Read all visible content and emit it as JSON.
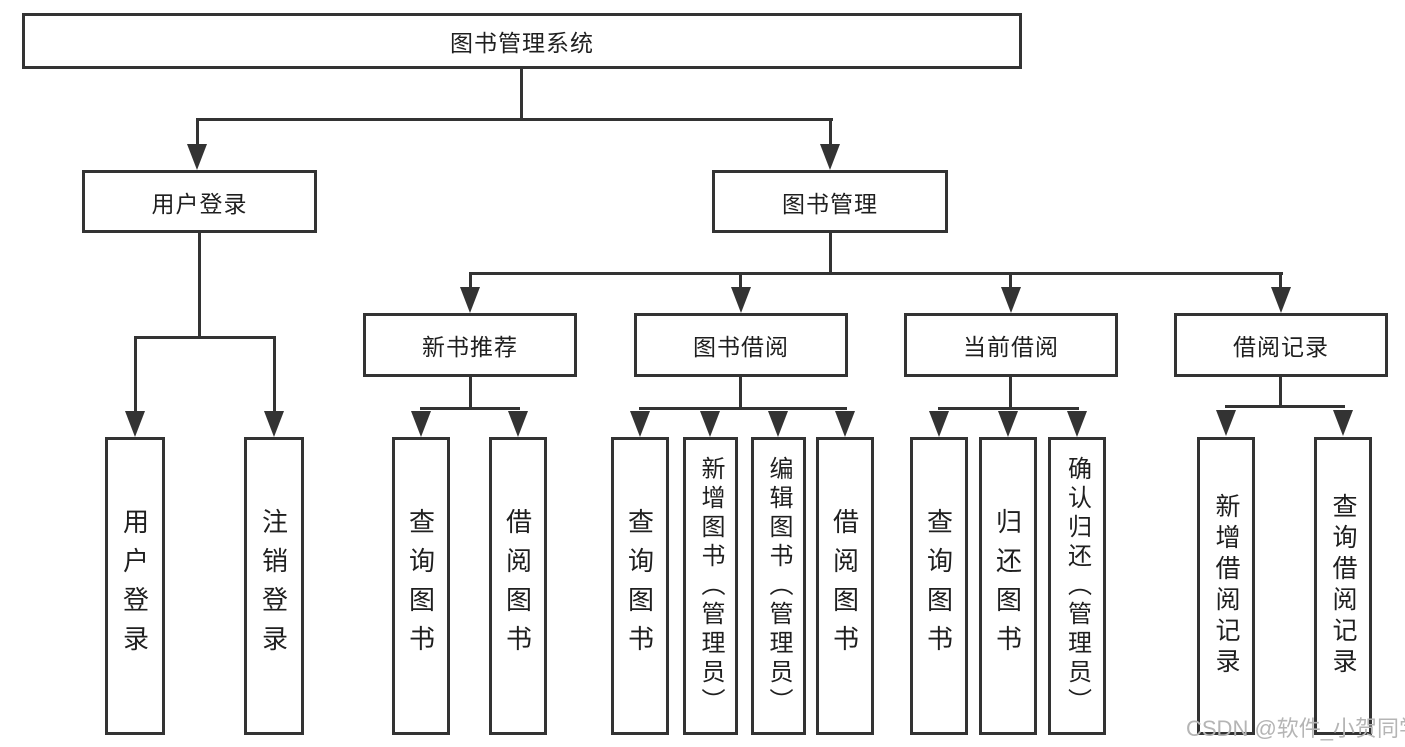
{
  "diagram": {
    "root_label": "图书管理系统",
    "level2": [
      {
        "label": "用户登录"
      },
      {
        "label": "图书管理"
      }
    ],
    "level3": [
      {
        "label": "新书推荐"
      },
      {
        "label": "图书借阅"
      },
      {
        "label": "当前借阅"
      },
      {
        "label": "借阅记录"
      }
    ],
    "leaves": {
      "user_login": [
        "用户登录",
        "注销登录"
      ],
      "new_books": [
        "查询图书",
        "借阅图书"
      ],
      "book_borrow": [
        "查询图书",
        "新增图书（管理员）",
        "编辑图书（管理员）",
        "借阅图书"
      ],
      "current_borrow": [
        "查询图书",
        "归还图书",
        "确认归还（管理员）"
      ],
      "borrow_records": [
        "新增借阅记录",
        "查询借阅记录"
      ]
    }
  },
  "watermark": "CSDN @软件_小贺同学",
  "colors": {
    "line": "#333333",
    "text": "#1f1f1f",
    "watermark": "#b5b5b5",
    "background": "#ffffff"
  }
}
